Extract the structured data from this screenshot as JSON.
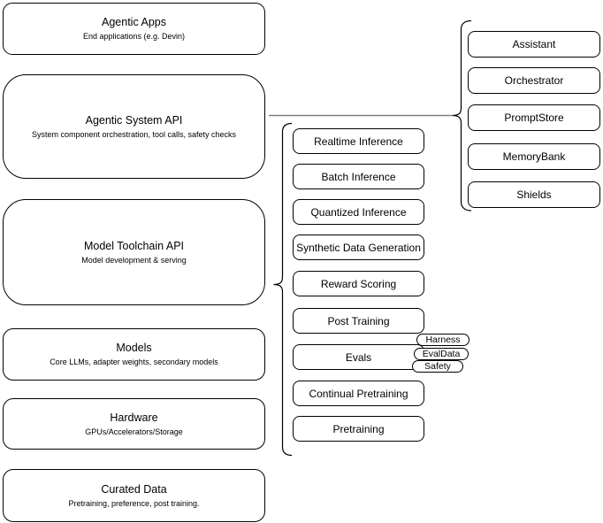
{
  "diagram": {
    "stack": {
      "agentic_apps": {
        "title": "Agentic Apps",
        "subtitle": "End applications (e.g. Devin)"
      },
      "agentic_system_api": {
        "title": "Agentic System API",
        "subtitle": "System component orchestration, tool calls, safety checks"
      },
      "model_toolchain_api": {
        "title": "Model Toolchain API",
        "subtitle": "Model development & serving"
      },
      "models": {
        "title": "Models",
        "subtitle": "Core LLMs, adapter weights, secondary models"
      },
      "hardware": {
        "title": "Hardware",
        "subtitle": "GPUs/Accelerators/Storage"
      },
      "curated_data": {
        "title": "Curated Data",
        "subtitle": "Pretraining, preference, post training."
      }
    },
    "toolchain": {
      "items": [
        "Realtime Inference",
        "Batch Inference",
        "Quantized Inference",
        "Synthetic Data Generation",
        "Reward Scoring",
        "Post Training",
        "Evals",
        "Continual Pretraining",
        "Pretraining"
      ]
    },
    "eval_tags": [
      "Harness",
      "EvalData",
      "Safety"
    ],
    "system_components": [
      "Assistant",
      "Orchestrator",
      "PromptStore",
      "MemoryBank",
      "Shields"
    ],
    "colors": {
      "node_border": "#000000",
      "node_fill": "#ffffff",
      "connector": "#808080",
      "text": "#000000"
    }
  }
}
